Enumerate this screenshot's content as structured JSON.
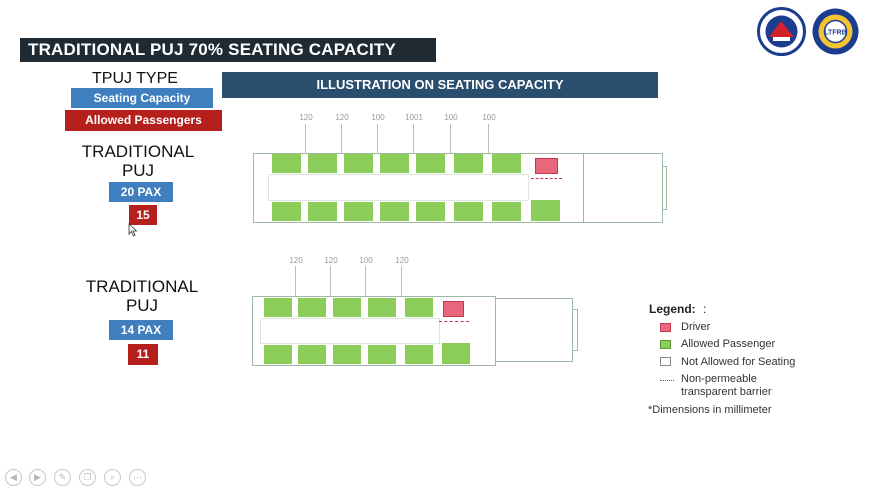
{
  "title": "TRADITIONAL PUJ 70% SEATING CAPACITY",
  "illustration_header": "ILLUSTRATION ON SEATING CAPACITY",
  "tpuj_type": {
    "label": "TPUJ TYPE",
    "seating_capacity_label": "Seating Capacity",
    "allowed_passengers_label": "Allowed Passengers"
  },
  "vehicles": [
    {
      "type_label": "TRADITIONAL\nPUJ",
      "capacity": "20 PAX",
      "allowed": "15",
      "dimensions": [
        "120",
        "120",
        "100",
        "1001",
        "100",
        "100"
      ]
    },
    {
      "type_label": "TRADITIONAL\nPUJ",
      "capacity": "14 PAX",
      "allowed": "11",
      "dimensions": [
        "120",
        "120",
        "100",
        "120"
      ]
    }
  ],
  "legend": {
    "title": "Legend:",
    "colon": ":",
    "items": [
      {
        "label": "Driver",
        "color": "#e8677d"
      },
      {
        "label": "Allowed Passenger",
        "color": "#8ccd5a"
      },
      {
        "label": "Not Allowed for Seating",
        "color": "#ffffff"
      },
      {
        "label": "Non-permeable\ntransparent barrier",
        "color": "#c0394f"
      }
    ],
    "note": "*Dimensions in millimeter"
  },
  "colors": {
    "title_bg": "#1f2a33",
    "header_bg": "#2a4e6e",
    "capacity_bg": "#3f7fbf",
    "allowed_bg": "#b5201c",
    "seat": "#8ccd5a",
    "driver": "#e8677d"
  },
  "logos": {
    "left": "Department of Transportation",
    "right": "LTFRB"
  },
  "toolbar_icons": [
    "prev-icon",
    "next-icon",
    "pen-icon",
    "copy-icon",
    "zoom-icon",
    "more-icon"
  ]
}
